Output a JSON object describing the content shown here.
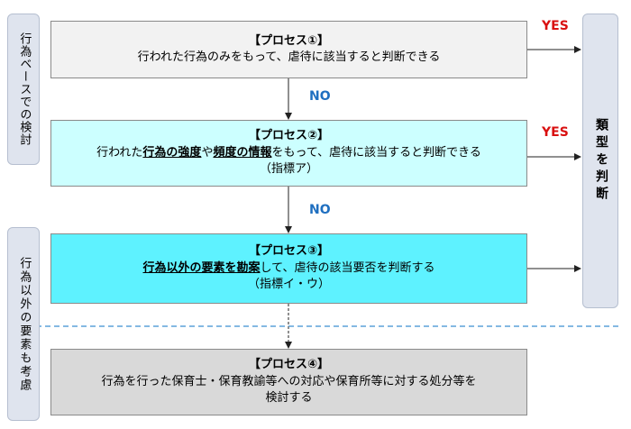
{
  "left_panels": {
    "behavior_based": "行為ベースでの検討",
    "other_factors": "行為以外の要素も考慮"
  },
  "right_panel": "類型を判断",
  "process1": {
    "title": "【プロセス①】",
    "text": "行われた行為のみをもって、虐待に該当すると判断できる"
  },
  "process2": {
    "title": "【プロセス②】",
    "prefix": "行われた",
    "u1": "行為の強度",
    "mid": "や",
    "u2": "頻度の情報",
    "suffix": "をもって、虐待に該当すると判断できる",
    "note": "（指標ア）"
  },
  "process3": {
    "title": "【プロセス③】",
    "u1": "行為以外の要素を勘案",
    "suffix": "して、虐待の該当要否を判断する",
    "note": "（指標イ・ウ）"
  },
  "process4": {
    "title": "【プロセス④】",
    "line1": "行為を行った保育士・保育教諭等への対応や保育所等に対する処分等を",
    "line2": "検討する"
  },
  "labels": {
    "yes": "YES",
    "no": "NO"
  },
  "colors": {
    "process1_bg": "#f2f2f2",
    "process2_bg": "#ccffff",
    "process3_bg": "#5ef2ff",
    "process4_bg": "#d9d9d9",
    "side_panel_bg": "#dfe4ee",
    "yes": "#d91010",
    "no": "#1f6fc0",
    "divider": "#3a8fd0"
  }
}
